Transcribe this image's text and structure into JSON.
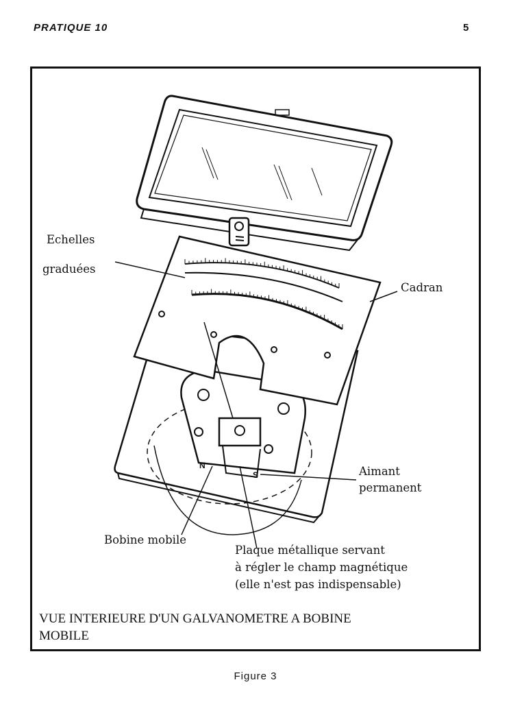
{
  "header": {
    "section": "PRATIQUE 10",
    "page_number": "5"
  },
  "figure": {
    "labels": {
      "scales_line1": "Echelles",
      "scales_line2": "graduées",
      "dial": "Cadran",
      "magnet_line1": "Aimant",
      "magnet_line2": "permanent",
      "coil": "Bobine mobile",
      "plate_line1": "Plaque métallique  servant",
      "plate_line2": "à  régler le champ  magnétique",
      "plate_line3": "(elle n'est pas indispensable)",
      "pole_n": "N",
      "pole_s": "S"
    },
    "caption_line1": "VUE INTERIEURE D'UN GALVANOMETRE A BOBINE",
    "caption_line2": "MOBILE"
  },
  "footer": {
    "figure_label": "Figure 3"
  }
}
